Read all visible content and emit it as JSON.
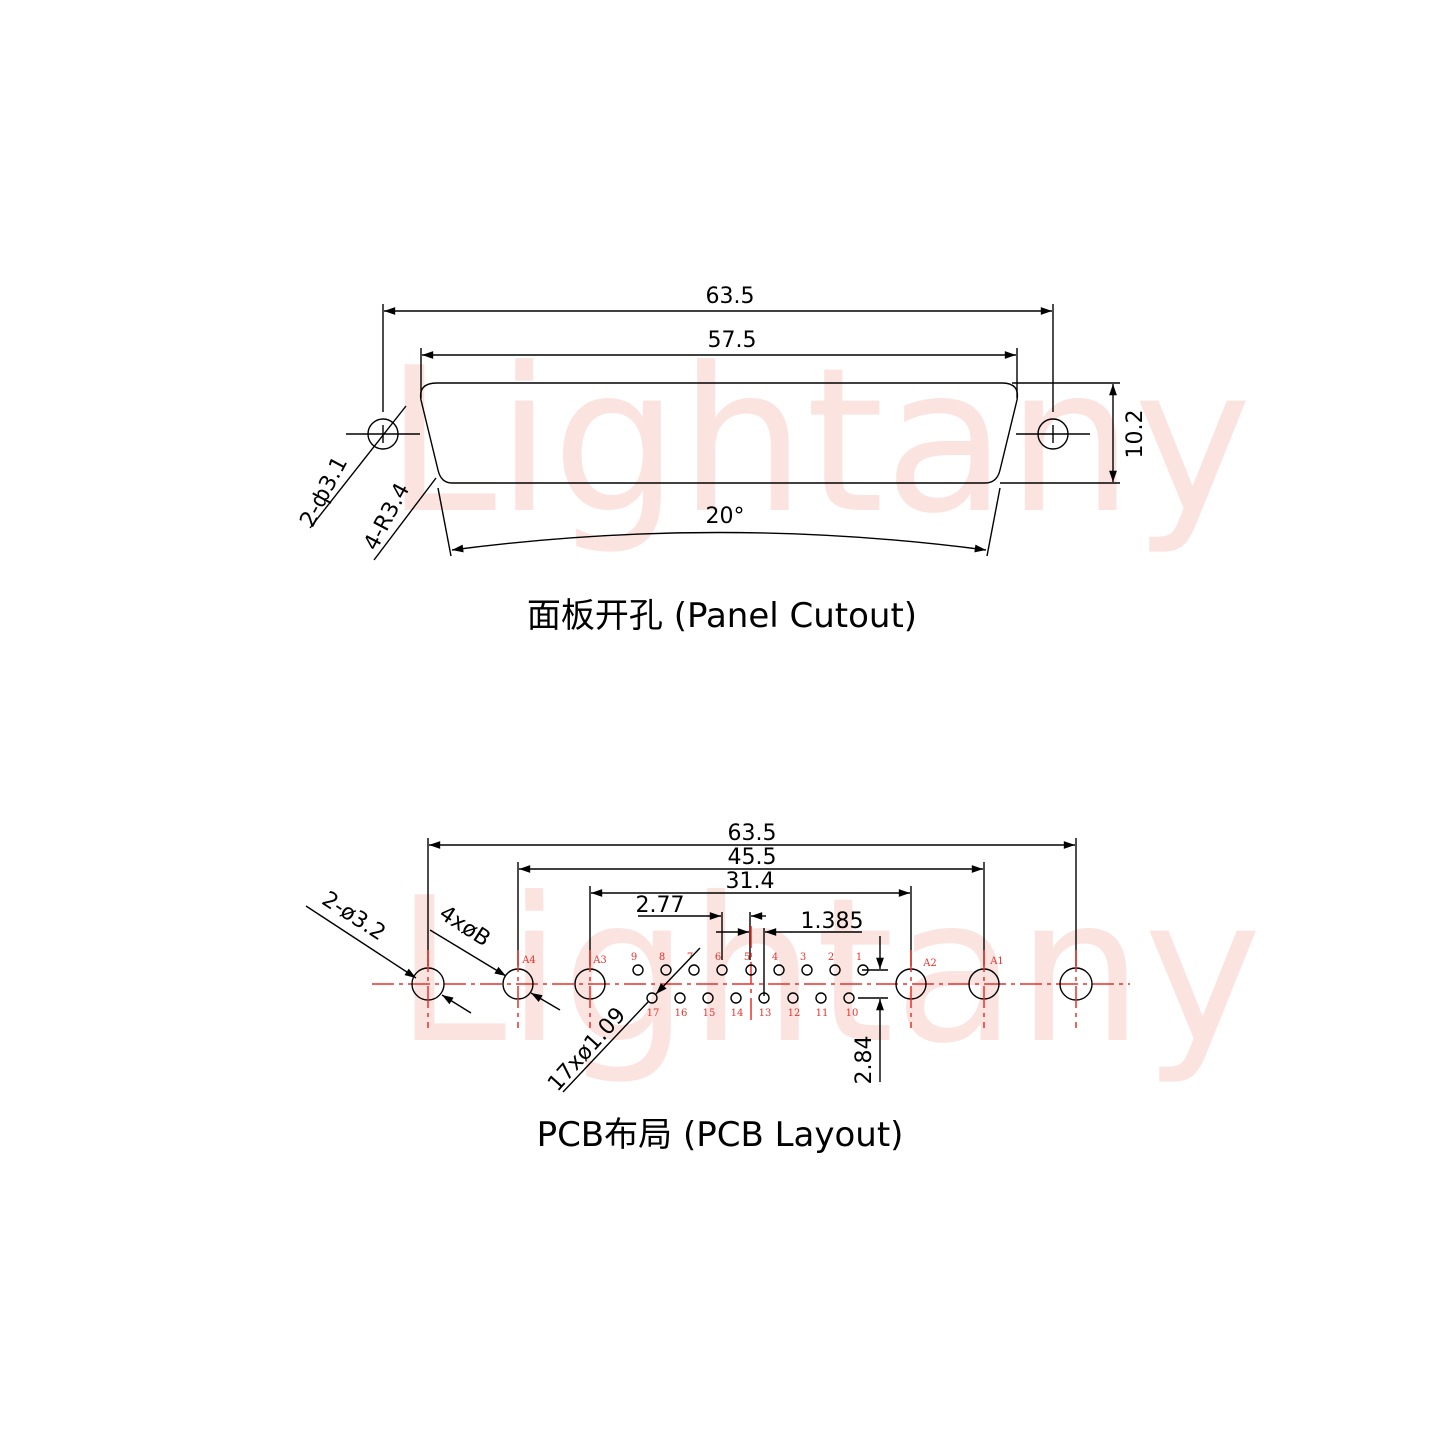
{
  "watermark": "Lightany",
  "panel": {
    "caption": "面板开孔 (Panel Cutout)",
    "dim_overall": "63.5",
    "dim_cutout": "57.5",
    "dim_height": "10.2",
    "dim_angle": "20°",
    "label_holes": "2-ф3.1",
    "label_radius": "4-R3.4"
  },
  "pcb": {
    "caption": "PCB布局 (PCB Layout)",
    "dim_overall": "63.5",
    "dim_mid": "45.5",
    "dim_inner": "31.4",
    "dim_pitch": "2.77",
    "dim_half_pitch": "1.385",
    "dim_row": "2.84",
    "label_mount": "2-ø3.2",
    "label_4x": "4xøB",
    "label_pins": "17xø1.09",
    "hole_labels": [
      "A4",
      "A3",
      "A2",
      "A1"
    ],
    "pins_top": [
      "9",
      "8",
      "7",
      "6",
      "5",
      "4",
      "3",
      "2",
      "1"
    ],
    "pins_bottom": [
      "17",
      "16",
      "15",
      "14",
      "13",
      "12",
      "11",
      "10"
    ]
  },
  "colors": {
    "line": "#000000",
    "accent": "#e8322c",
    "watermark": "#fbe3e0"
  }
}
